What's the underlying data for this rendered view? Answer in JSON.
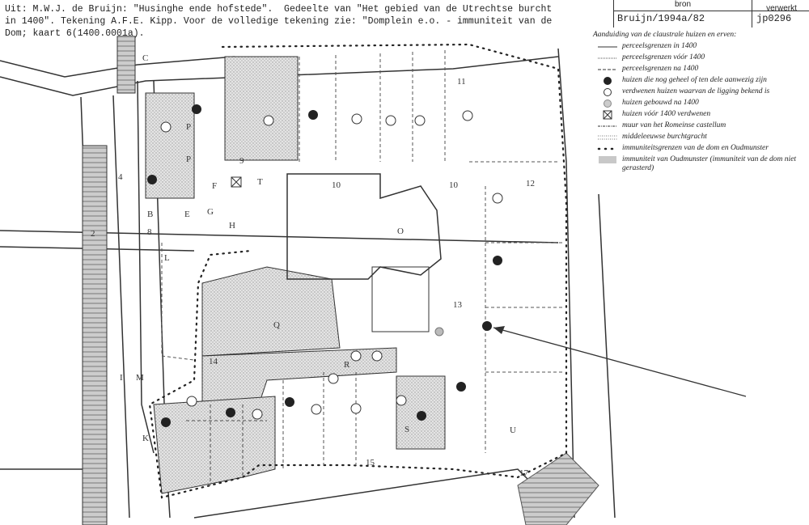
{
  "caption": {
    "line1": "Uit: M.W.J. de Bruijn: \"Husinghe ende hofstede\".  Gedeelte van \"Het gebied van de Utrechtse burcht",
    "line2": "in 1400\". Tekening A.F.E. Kipp. Voor de volledige tekening zie: \"Domplein e.o. - immuniteit van de",
    "line3": "Dom; kaart 6(1400.0001a)."
  },
  "source_table": {
    "header_bron": "bron",
    "header_verwerkt": "verwerkt",
    "bron": "Bruijn/1994a/82",
    "verwerkt": "jp0296"
  },
  "legend": {
    "title": "Aanduiding van de claustrale huizen en erven:",
    "items": [
      {
        "icon": "solid-line",
        "label": "perceelsgrenzen in 1400"
      },
      {
        "icon": "dotted-line",
        "label": "perceelsgrenzen vóór 1400"
      },
      {
        "icon": "dashed-line",
        "label": "perceelsgrenzen na 1400"
      },
      {
        "icon": "filled-circle",
        "label": "huizen die nog geheel of ten dele aanwezig zijn"
      },
      {
        "icon": "open-circle",
        "label": "verdwenen huizen waarvan de ligging bekend is"
      },
      {
        "icon": "stippled-circle",
        "label": "huizen gebouwd na 1400"
      },
      {
        "icon": "crossed-square",
        "label": "huizen vóór 1400 verdwenen"
      },
      {
        "icon": "dash-dot-line",
        "label": "muur van het Romeinse castellum"
      },
      {
        "icon": "double-dotted-line",
        "label": "middeleeuwse burchtgracht"
      },
      {
        "icon": "dotted-boundary",
        "label": "immuniteitsgrenzen van de dom en Oudmunster"
      },
      {
        "icon": "hatched-area",
        "label": "immuniteit van Oudmunster (immuniteit van de dom niet gerasterd)"
      }
    ]
  },
  "map_labels": {
    "P": "P",
    "E": "E",
    "B": "B",
    "F": "F",
    "T": "T",
    "G": "G",
    "H": "H",
    "L": "L",
    "O": "O",
    "Q": "Q",
    "R": "R",
    "S": "S",
    "M": "M",
    "I": "I",
    "K": "K",
    "U": "U",
    "C": "C",
    "n10a": "10",
    "n10b": "10",
    "n11": "11",
    "n13": "13",
    "n14": "14",
    "n15": "15",
    "n17": "17",
    "n2": "2",
    "n4": "4",
    "n8": "8",
    "n9": "9",
    "n12": "12"
  }
}
